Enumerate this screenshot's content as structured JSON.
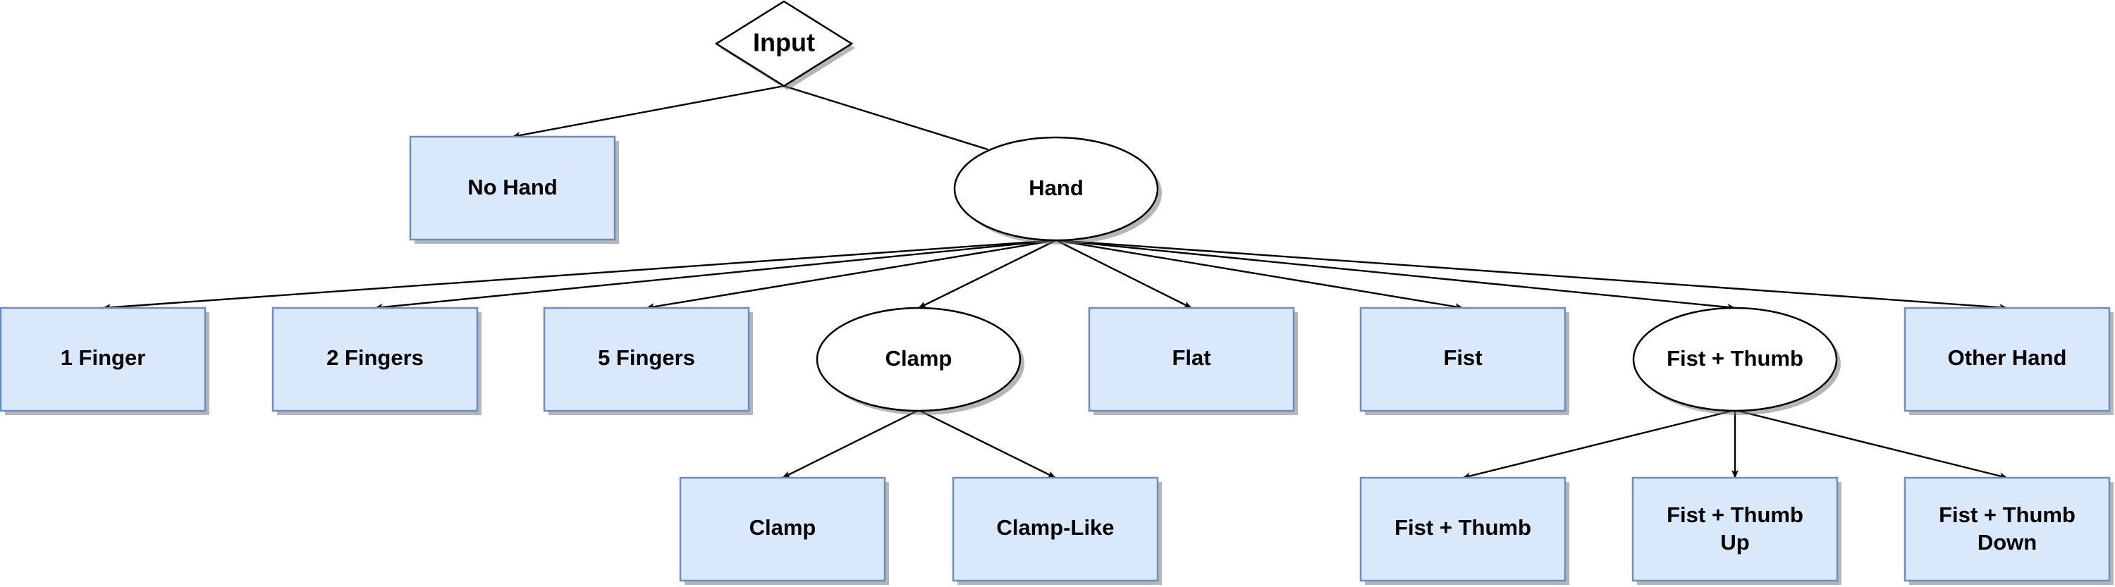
{
  "nodes": {
    "input": "Input",
    "no_hand": "No Hand",
    "hand": "Hand",
    "one_finger": "1 Finger",
    "two_fingers": "2 Fingers",
    "five_fingers": "5 Fingers",
    "clamp": "Clamp",
    "flat": "Flat",
    "fist": "Fist",
    "fist_thumb": "Fist + Thumb",
    "other_hand": "Other Hand",
    "clamp_leaf": "Clamp",
    "clamp_like": "Clamp-Like",
    "fist_thumb_leaf": "Fist + Thumb",
    "fist_thumb_up_line1": "Fist + Thumb",
    "fist_thumb_up_line2": "Up",
    "fist_thumb_down_line1": "Fist + Thumb",
    "fist_thumb_down_line2": "Down"
  },
  "colors": {
    "leaf_fill": "#dae8fc",
    "leaf_stroke": "#6c8ebf",
    "node_stroke": "#000000"
  }
}
